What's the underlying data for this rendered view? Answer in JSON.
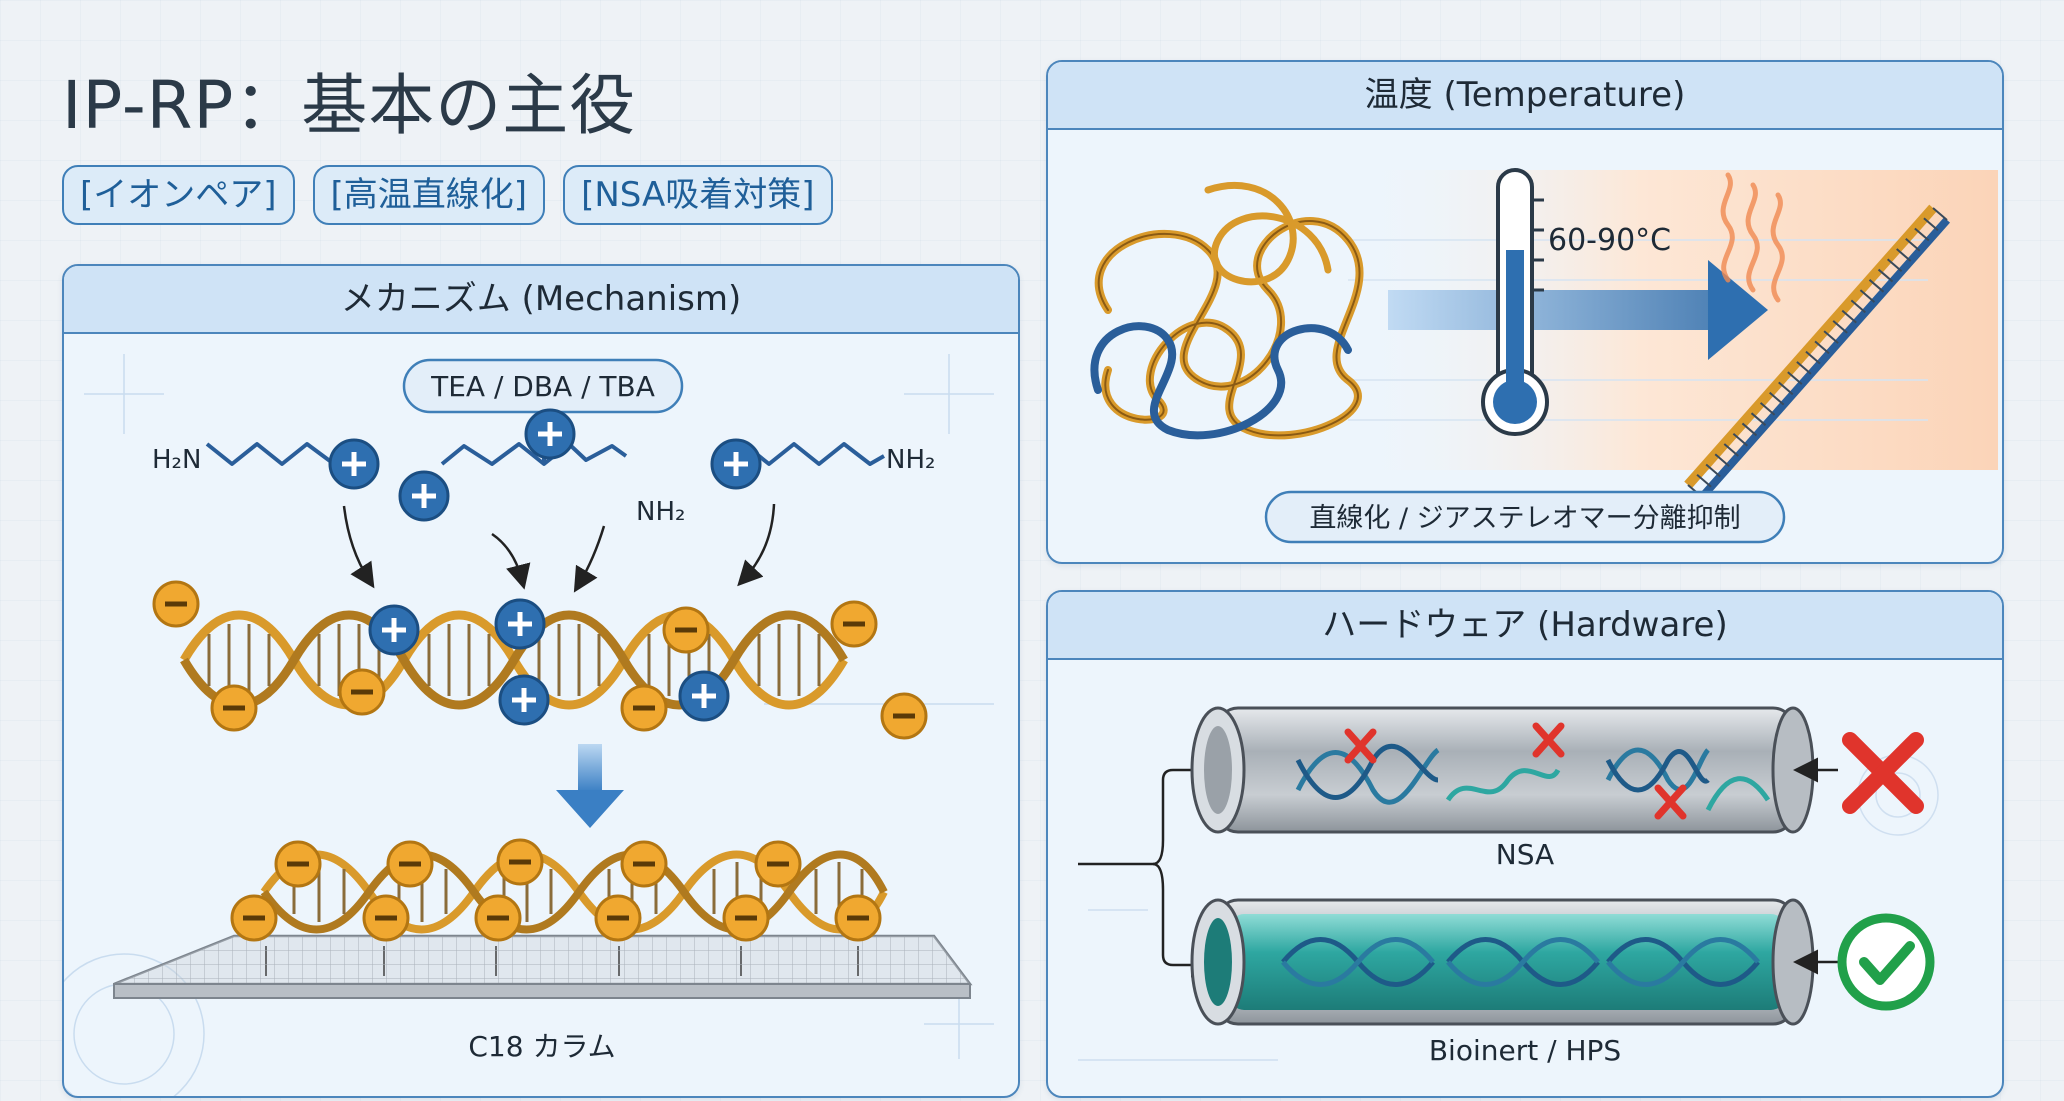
{
  "title": "IP-RP：基本の主役",
  "tags": [
    "[イオンペア]",
    "[高温直線化]",
    "[NSA吸着対策]"
  ],
  "mechanism": {
    "header": "メカニズム (Mechanism)",
    "reagent_label": "TEA / DBA / TBA",
    "amine_h2n": "H₂N",
    "amine_nh2_a": "NH₂",
    "amine_nh2_b": "NH₂",
    "column_label": "C18 カラム"
  },
  "temperature": {
    "header": "温度 (Temperature)",
    "temp_value": "60-90°C",
    "caption": "直線化 / ジアステレオマー分離抑制"
  },
  "hardware": {
    "header": "ハードウェア (Hardware)",
    "nsa_label": "NSA",
    "bioinert_label": "Bioinert / HPS"
  },
  "colors": {
    "accent_blue": "#2e6fb0",
    "anion_orange": "#f0a830",
    "dna_gold": "#d99a2b",
    "bad_red": "#e0342c",
    "good_green": "#21a04a",
    "teal": "#3eb6b0"
  }
}
